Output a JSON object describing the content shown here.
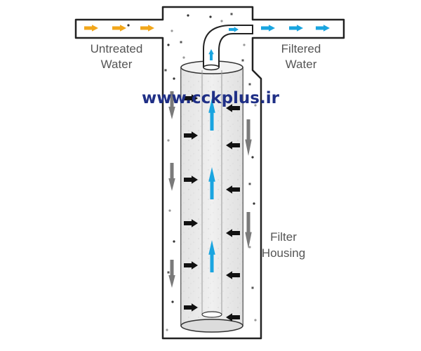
{
  "labels": {
    "untreated_line1": "Untreated",
    "untreated_line2": "Water",
    "filtered_line1": "Filtered",
    "filtered_line2": "Water",
    "housing_line1": "Filter",
    "housing_line2": "Housing"
  },
  "watermark": "www.cckplus.ir",
  "colors": {
    "untreated_arrow": "#f2a71b",
    "filtered_arrow": "#1aa5e0",
    "inflow_arrow": "#111111",
    "downflow_arrow": "#7a7a7a",
    "outline": "#222222",
    "watermark": "#1f2f86",
    "label": "#555555"
  }
}
